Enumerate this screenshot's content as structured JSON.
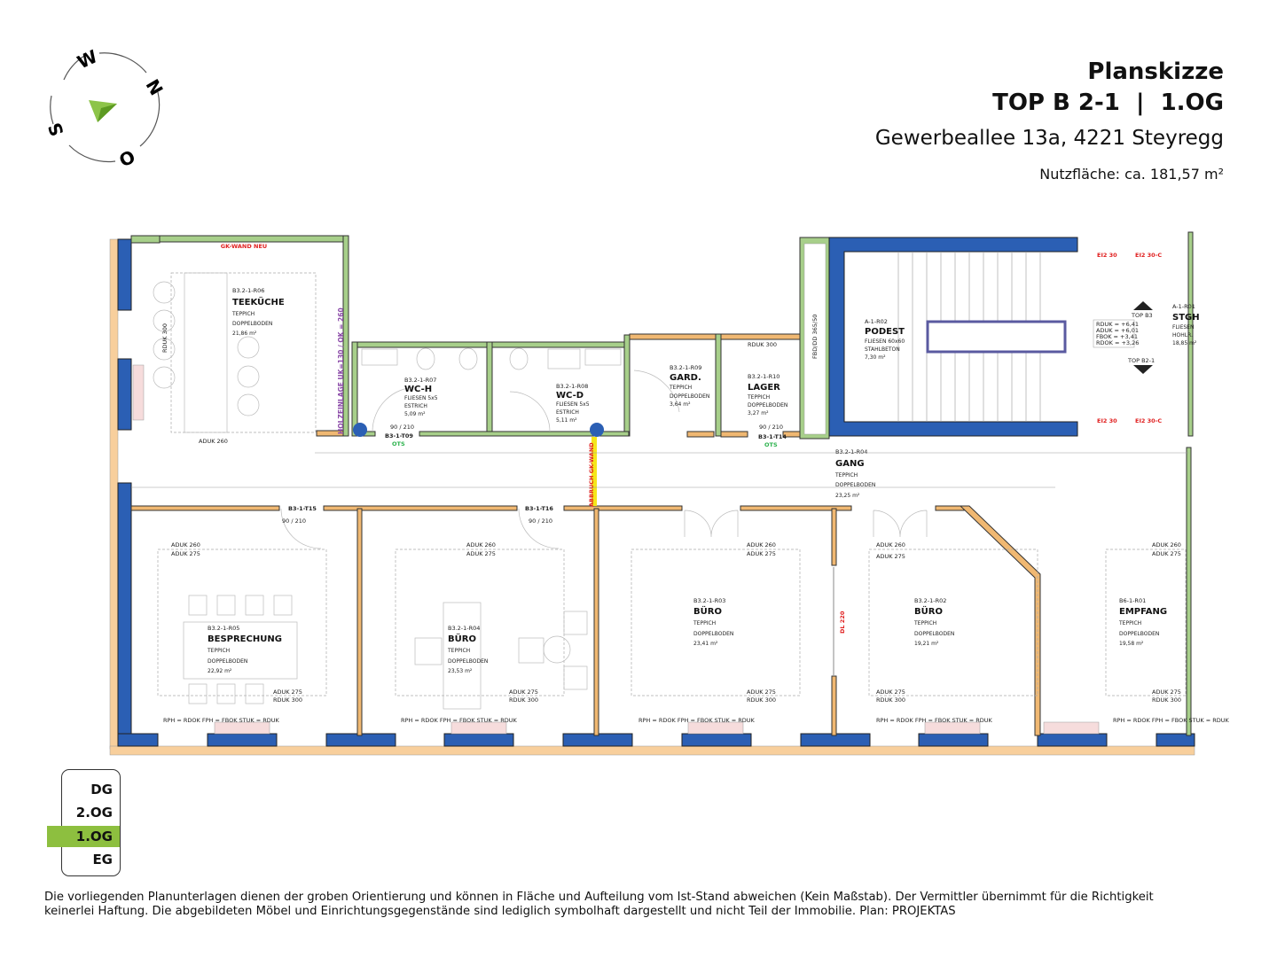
{
  "header": {
    "title": "Planskizze",
    "unit": "TOP B 2-1  |  1.OG",
    "address": "Gewerbeallee 13a, 4221 Steyregg",
    "area": "Nutzfläche: ca. 181,57 m²"
  },
  "compass": {
    "w": "W",
    "n": "N",
    "o": "O",
    "s": "S",
    "icon": "north-arrow-icon",
    "color": "#6aa82a"
  },
  "floors": [
    {
      "label": "DG",
      "active": false
    },
    {
      "label": "2.OG",
      "active": false
    },
    {
      "label": "1.OG",
      "active": true
    },
    {
      "label": "EG",
      "active": false
    }
  ],
  "colors": {
    "accent": "#8dbf3f",
    "wall_exterior": "#2b5fb4",
    "wall_partition": "#f0b872",
    "wall_drywall": "#a7cf8a"
  },
  "rooms": {
    "teekueche": {
      "id": "B3.2-1-R06",
      "name": "TEEKÜCHE",
      "floor": "TEPPICH",
      "base": "DOPPELBODEN",
      "area": "21,86 m²"
    },
    "wch": {
      "id": "B3.2-1-R07",
      "name": "WC-H",
      "floor": "FLIESEN 5x5",
      "base": "ESTRICH",
      "area": "5,09 m²"
    },
    "wcd": {
      "id": "B3.2-1-R08",
      "name": "WC-D",
      "floor": "FLIESEN 5x5",
      "base": "ESTRICH",
      "area": "5,11 m²"
    },
    "gard": {
      "id": "B3.2-1-R09",
      "name": "GARD.",
      "floor": "TEPPICH",
      "base": "DOPPELBODEN",
      "area": "3,64 m²"
    },
    "lager": {
      "id": "B3.2-1-R10",
      "name": "LAGER",
      "floor": "TEPPICH",
      "base": "DOPPELBODEN",
      "area": "3,27 m²"
    },
    "podest": {
      "id": "A-1-R02",
      "name": "PODEST",
      "floor": "FLIESEN 60x60",
      "base": "STAHLBETON",
      "area": "7,30 m²"
    },
    "stgh": {
      "id": "A-1-R01",
      "name": "STGH",
      "floor": "FLIESEN",
      "base": "HOHLR.",
      "area": "18,85 m²"
    },
    "gang": {
      "id": "B3.2-1-R04",
      "name": "GANG",
      "floor": "TEPPICH",
      "base": "DOPPELBODEN",
      "area": "23,25 m²"
    },
    "besprechung": {
      "id": "B3.2-1-R05",
      "name": "BESPRECHUNG",
      "floor": "TEPPICH",
      "base": "DOPPELBODEN",
      "area": "22,92 m²"
    },
    "buero1": {
      "id": "B3.2-1-R04",
      "name": "BÜRO",
      "floor": "TEPPICH",
      "base": "DOPPELBODEN",
      "area": "23,53 m²"
    },
    "buero2": {
      "id": "B3.2-1-R03",
      "name": "BÜRO",
      "floor": "TEPPICH",
      "base": "DOPPELBODEN",
      "area": "23,41 m²"
    },
    "buero3": {
      "id": "B3.2-1-R02",
      "name": "BÜRO",
      "floor": "TEPPICH",
      "base": "DOPPELBODEN",
      "area": "19,21 m²"
    },
    "empfang": {
      "id": "B6-1-R01",
      "name": "EMPFANG",
      "floor": "TEPPICH",
      "base": "DOPPELBODEN",
      "area": "19,58 m²"
    }
  },
  "annotations": {
    "gk_wand_neu": "GK-WAND NEU",
    "holzeinlage": "HOLZEINLAGE UK=130 / OK = 260",
    "abbruch": "ABBRUCH GK-WAND",
    "aduk260": "ADUK 260",
    "aduk275": "ADUK 275",
    "rduk300": "RDUK 300",
    "dl220": "DL 220",
    "fbd": "FBD/DD 365/50",
    "top_b3": "TOP B3",
    "top_b21": "TOP B2-1",
    "ei30": "EI2 30",
    "ei30c": "EI2 30-C",
    "door_t09": "B3-1-T09",
    "door_t14": "B3-1-T14",
    "door_t15": "B3-1-T15",
    "door_t16": "B3-1-T16",
    "ots": "OTS",
    "door_size": "90 / 210",
    "window_note": "RPH = RDOK  FPH = FBOK  STUK = RDUK",
    "levels": "RDUK = +6,41  ADUK = +6,01  FBOK = +3,41  RDOK = +3,26"
  },
  "footer": {
    "line1": "Die vorliegenden Planunterlagen dienen der groben Orientierung und können in Fläche und Aufteilung vom Ist-Stand abweichen (Kein Maßstab). Der Vermittler übernimmt für die Richtigkeit",
    "line2": "keinerlei Haftung. Die abgebildeten Möbel und Einrichtungsgegenstände sind lediglich symbolhaft dargestellt und nicht Teil der Immobilie. Plan: PROJEKTAS"
  }
}
